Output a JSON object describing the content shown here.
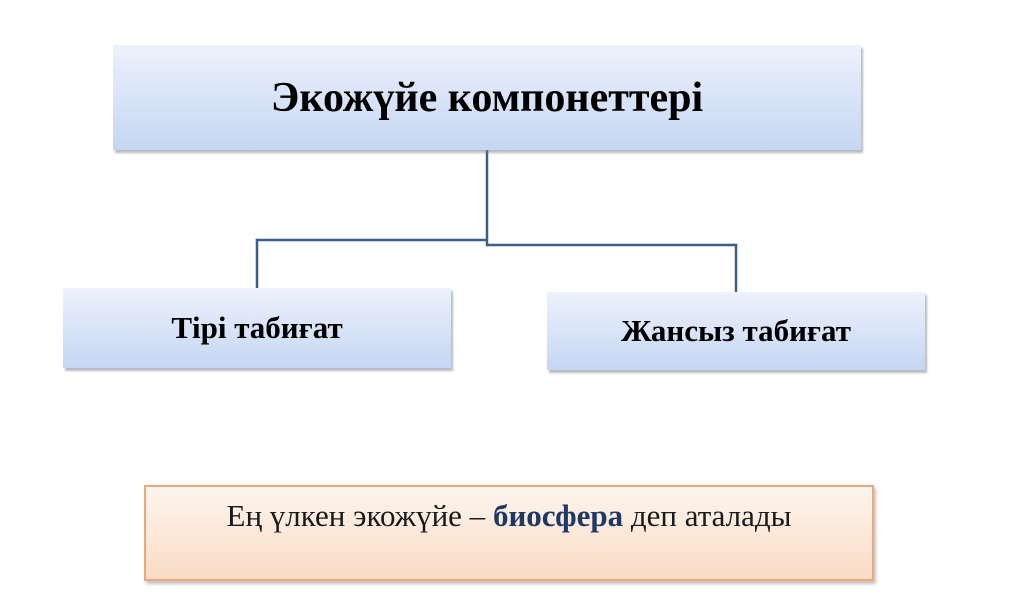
{
  "diagram": {
    "root_label": "Экожүйе компонеттері",
    "children": [
      {
        "label": "Тірі табиғат"
      },
      {
        "label": "Жансыз табиғат"
      }
    ],
    "note": {
      "prefix": "Ең үлкен экожүйе – ",
      "highlight": "биосфера",
      "suffix": " деп аталады"
    }
  },
  "colors": {
    "connector": "#3a5f8a",
    "box_gradient_top": "#edf2fc",
    "box_gradient_bottom": "#c5d6f3",
    "note_border": "#eaa97c",
    "note_gradient_top": "#fdf5ee",
    "note_gradient_bottom": "#f9dcc5",
    "highlight_text": "#1f3864"
  }
}
